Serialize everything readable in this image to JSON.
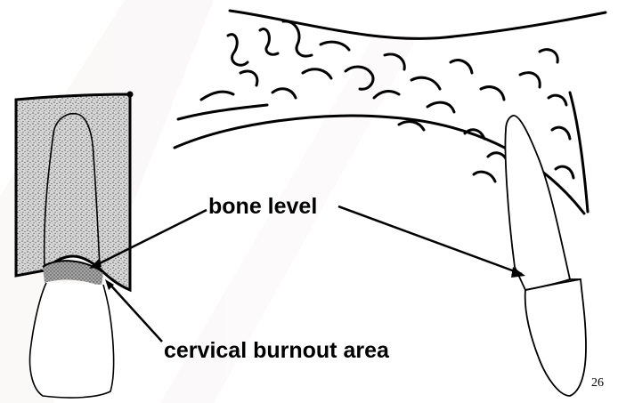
{
  "labels": {
    "bone_level": "bone level",
    "cervical_burnout": "cervical burnout area"
  },
  "page_number": "26",
  "colors": {
    "ink": "#000000",
    "stipple_bg": "#d9d9d9",
    "stipple_dot": "#555555",
    "background_shade": "#f3ecec"
  }
}
